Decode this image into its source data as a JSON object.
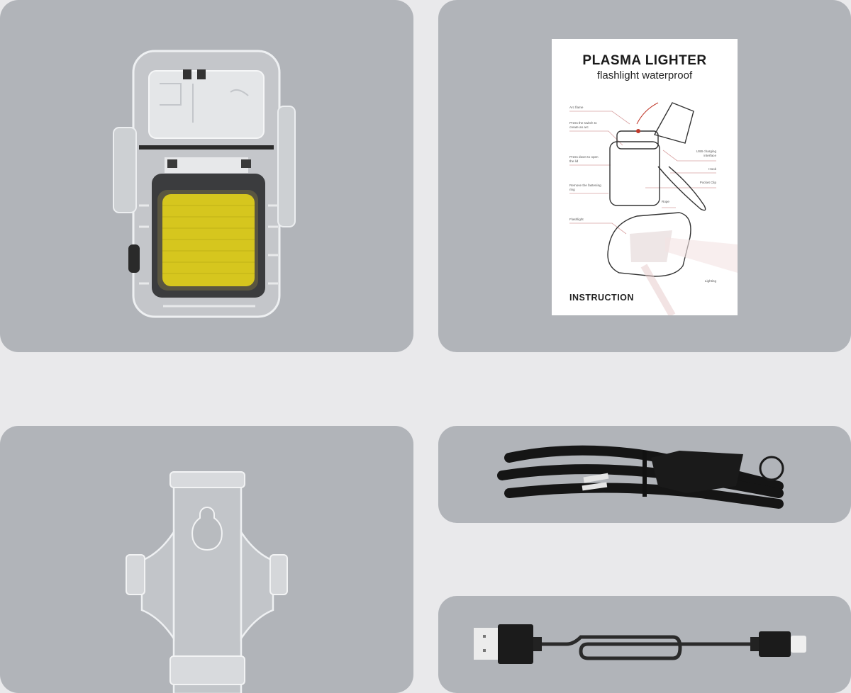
{
  "panels": [
    {
      "id": "lighter",
      "subject": "Plasma lighter with COB flashlight (front view)"
    },
    {
      "id": "manual",
      "subject": "Instruction manual card"
    },
    {
      "id": "clip",
      "subject": "Transparent pocket clip"
    },
    {
      "id": "lanyard",
      "subject": "Black braided lanyard rope with buckle"
    },
    {
      "id": "cable",
      "subject": "USB-A to USB-C charging cable"
    }
  ],
  "manual": {
    "title": "PLASMA LIGHTER",
    "subtitle": "flashlight waterproof",
    "footer": "INSTRUCTION",
    "labels": {
      "arc_flame": "Arc flame",
      "press_switch": "Press the switch to create an arc",
      "press_down": "Press down to open the lid",
      "remove_ring": "Remove the fastening ring",
      "flashlight": "Flashlight",
      "usb_interface": "USB charging interface",
      "hook": "Hook",
      "pocket_clip": "Pocket Clip",
      "rope": "Rope",
      "lighting": "Lighting"
    }
  },
  "colors": {
    "page_bg": "#e9e9eb",
    "panel_bg": "#b1b4b9",
    "cob_led": "#d6c61e",
    "accent_red": "#c0392b"
  }
}
